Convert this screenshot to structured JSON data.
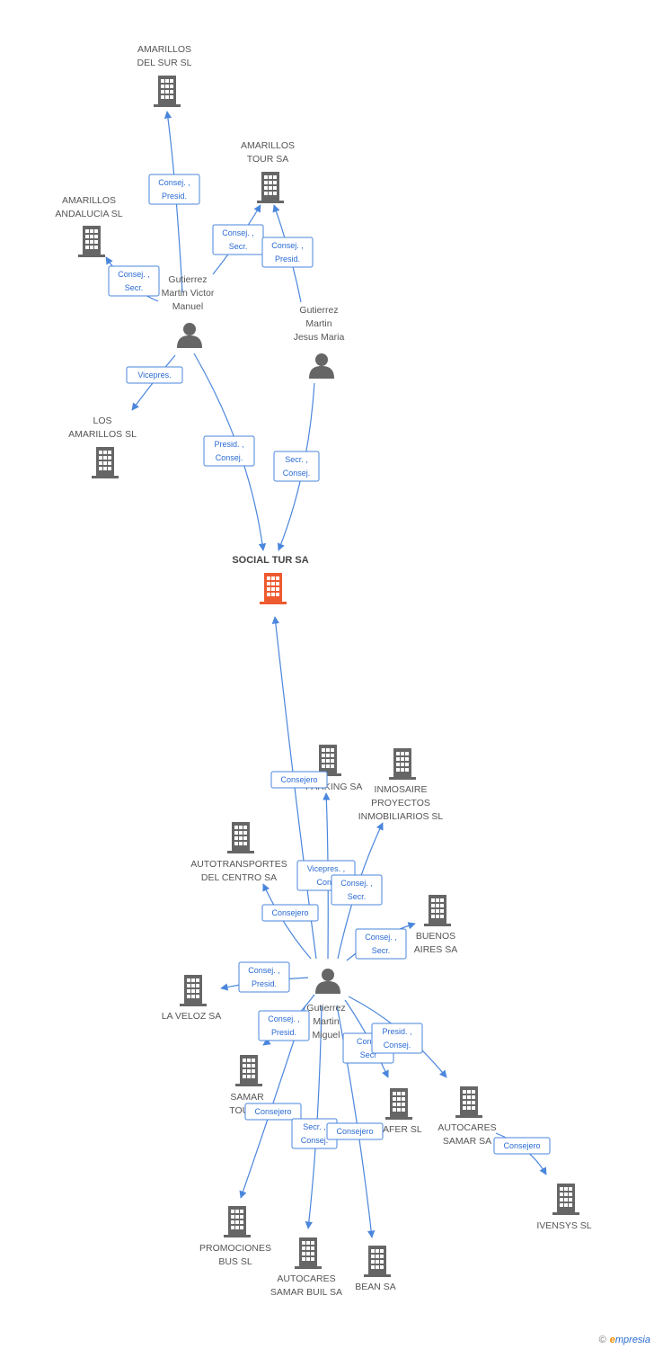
{
  "colors": {
    "edge": "#4a86dc",
    "label_text": "#2a6bd4",
    "node_icon": "#666666",
    "focus_icon": "#ee5a2f"
  },
  "nodes": [
    {
      "id": "amarillos_sur",
      "type": "company",
      "lines": [
        "AMARILLOS",
        "DEL SUR SL"
      ],
      "icon": "building-icon"
    },
    {
      "id": "amarillos_tour",
      "type": "company",
      "lines": [
        "AMARILLOS",
        "TOUR SA"
      ],
      "icon": "building-icon"
    },
    {
      "id": "amarillos_andalucia",
      "type": "company",
      "lines": [
        "AMARILLOS",
        "ANDALUCIA SL"
      ],
      "icon": "building-icon"
    },
    {
      "id": "gutierrez_victor",
      "type": "person",
      "lines": [
        "Gutierrez",
        "Martin Victor",
        "Manuel"
      ],
      "icon": "person-icon"
    },
    {
      "id": "gutierrez_jesus",
      "type": "person",
      "lines": [
        "Gutierrez",
        "Martin",
        "Jesus Maria"
      ],
      "icon": "person-icon"
    },
    {
      "id": "los_amarillos",
      "type": "company",
      "lines": [
        "LOS",
        "AMARILLOS SL"
      ],
      "icon": "building-icon"
    },
    {
      "id": "social_tur",
      "type": "focus",
      "lines": [
        "SOCIAL TUR SA"
      ],
      "icon": "building-icon"
    },
    {
      "id": "parking",
      "type": "company",
      "lines": [
        "PARKING SA"
      ],
      "icon": "building-icon"
    },
    {
      "id": "inmosaire",
      "type": "company",
      "lines": [
        "INMOSAIRE",
        "PROYECTOS",
        "INMOBILIARIOS SL"
      ],
      "icon": "building-icon"
    },
    {
      "id": "autotransportes",
      "type": "company",
      "lines": [
        "AUTOTRANSPORTES",
        "DEL CENTRO SA"
      ],
      "icon": "building-icon"
    },
    {
      "id": "buenos_aires",
      "type": "company",
      "lines": [
        "BUENOS",
        "AIRES SA"
      ],
      "icon": "building-icon"
    },
    {
      "id": "gutierrez_miguel",
      "type": "person",
      "lines": [
        "Gutierrez",
        "Martin",
        "Miguel"
      ],
      "icon": "person-icon"
    },
    {
      "id": "la_veloz",
      "type": "company",
      "lines": [
        "LA VELOZ SA"
      ],
      "icon": "building-icon"
    },
    {
      "id": "samar_touris",
      "type": "company",
      "lines": [
        "SAMAR",
        "TOURIS"
      ],
      "icon": "building-icon"
    },
    {
      "id": "afer",
      "type": "company",
      "lines": [
        "AFER SL"
      ],
      "icon": "building-icon"
    },
    {
      "id": "autocares_samar",
      "type": "company",
      "lines": [
        "AUTOCARES",
        "SAMAR SA"
      ],
      "icon": "building-icon"
    },
    {
      "id": "ivensys",
      "type": "company",
      "lines": [
        "IVENSYS SL"
      ],
      "icon": "building-icon"
    },
    {
      "id": "promociones_bus",
      "type": "company",
      "lines": [
        "PROMOCIONES",
        "BUS SL"
      ],
      "icon": "building-icon"
    },
    {
      "id": "autocares_buil",
      "type": "company",
      "lines": [
        "AUTOCARES",
        "SAMAR BUIL SA"
      ],
      "icon": "building-icon"
    },
    {
      "id": "bean",
      "type": "company",
      "lines": [
        "BEAN SA"
      ],
      "icon": "building-icon"
    }
  ],
  "edges": [
    {
      "from": "gutierrez_victor",
      "to": "amarillos_sur",
      "label": [
        "Consej. ,",
        "Presid."
      ]
    },
    {
      "from": "gutierrez_victor",
      "to": "amarillos_tour",
      "label": [
        "Consej. ,",
        "Secr."
      ]
    },
    {
      "from": "gutierrez_jesus",
      "to": "amarillos_tour",
      "label": [
        "Consej. ,",
        "Presid."
      ]
    },
    {
      "from": "gutierrez_victor",
      "to": "amarillos_andalucia",
      "label": [
        "Consej. ,",
        "Secr."
      ]
    },
    {
      "from": "gutierrez_victor",
      "to": "los_amarillos",
      "label": [
        "Vicepres."
      ]
    },
    {
      "from": "gutierrez_victor",
      "to": "social_tur",
      "label": [
        "Presid. ,",
        "Consej."
      ]
    },
    {
      "from": "gutierrez_jesus",
      "to": "social_tur",
      "label": [
        "Secr. ,",
        "Consej."
      ]
    },
    {
      "from": "gutierrez_miguel",
      "to": "social_tur",
      "label": [
        "Consejero"
      ]
    },
    {
      "from": "gutierrez_miguel",
      "to": "parking",
      "label": [
        "Vicepres. ,",
        "Cons"
      ]
    },
    {
      "from": "gutierrez_miguel",
      "to": "inmosaire",
      "label": [
        "Consej. ,",
        "Secr."
      ]
    },
    {
      "from": "gutierrez_miguel",
      "to": "autotransportes",
      "label": [
        "Consejero"
      ]
    },
    {
      "from": "gutierrez_miguel",
      "to": "buenos_aires",
      "label": [
        "Consej. ,",
        "Secr."
      ]
    },
    {
      "from": "gutierrez_miguel",
      "to": "la_veloz",
      "label": [
        "Consej. ,",
        "Presid."
      ]
    },
    {
      "from": "gutierrez_miguel",
      "to": "samar_touris",
      "label": [
        "Consej. ,",
        "Presid."
      ]
    },
    {
      "from": "gutierrez_miguel",
      "to": "afer",
      "label": [
        "Conse",
        "Secr"
      ]
    },
    {
      "from": "gutierrez_miguel",
      "to": "autocares_samar",
      "label": [
        "Presid. ,",
        "Consej."
      ]
    },
    {
      "from": "autocares_samar",
      "to": "ivensys",
      "label": [
        "Consejero"
      ]
    },
    {
      "from": "gutierrez_miguel",
      "to": "promociones_bus",
      "label": [
        "Consejero"
      ]
    },
    {
      "from": "gutierrez_miguel",
      "to": "autocares_buil",
      "label": [
        "Secr. ,",
        "Consej."
      ]
    },
    {
      "from": "gutierrez_miguel",
      "to": "bean",
      "label": [
        "Consejero"
      ]
    }
  ],
  "footer": {
    "copyright": "©",
    "brand_first": "e",
    "brand_rest": "mpresia"
  }
}
